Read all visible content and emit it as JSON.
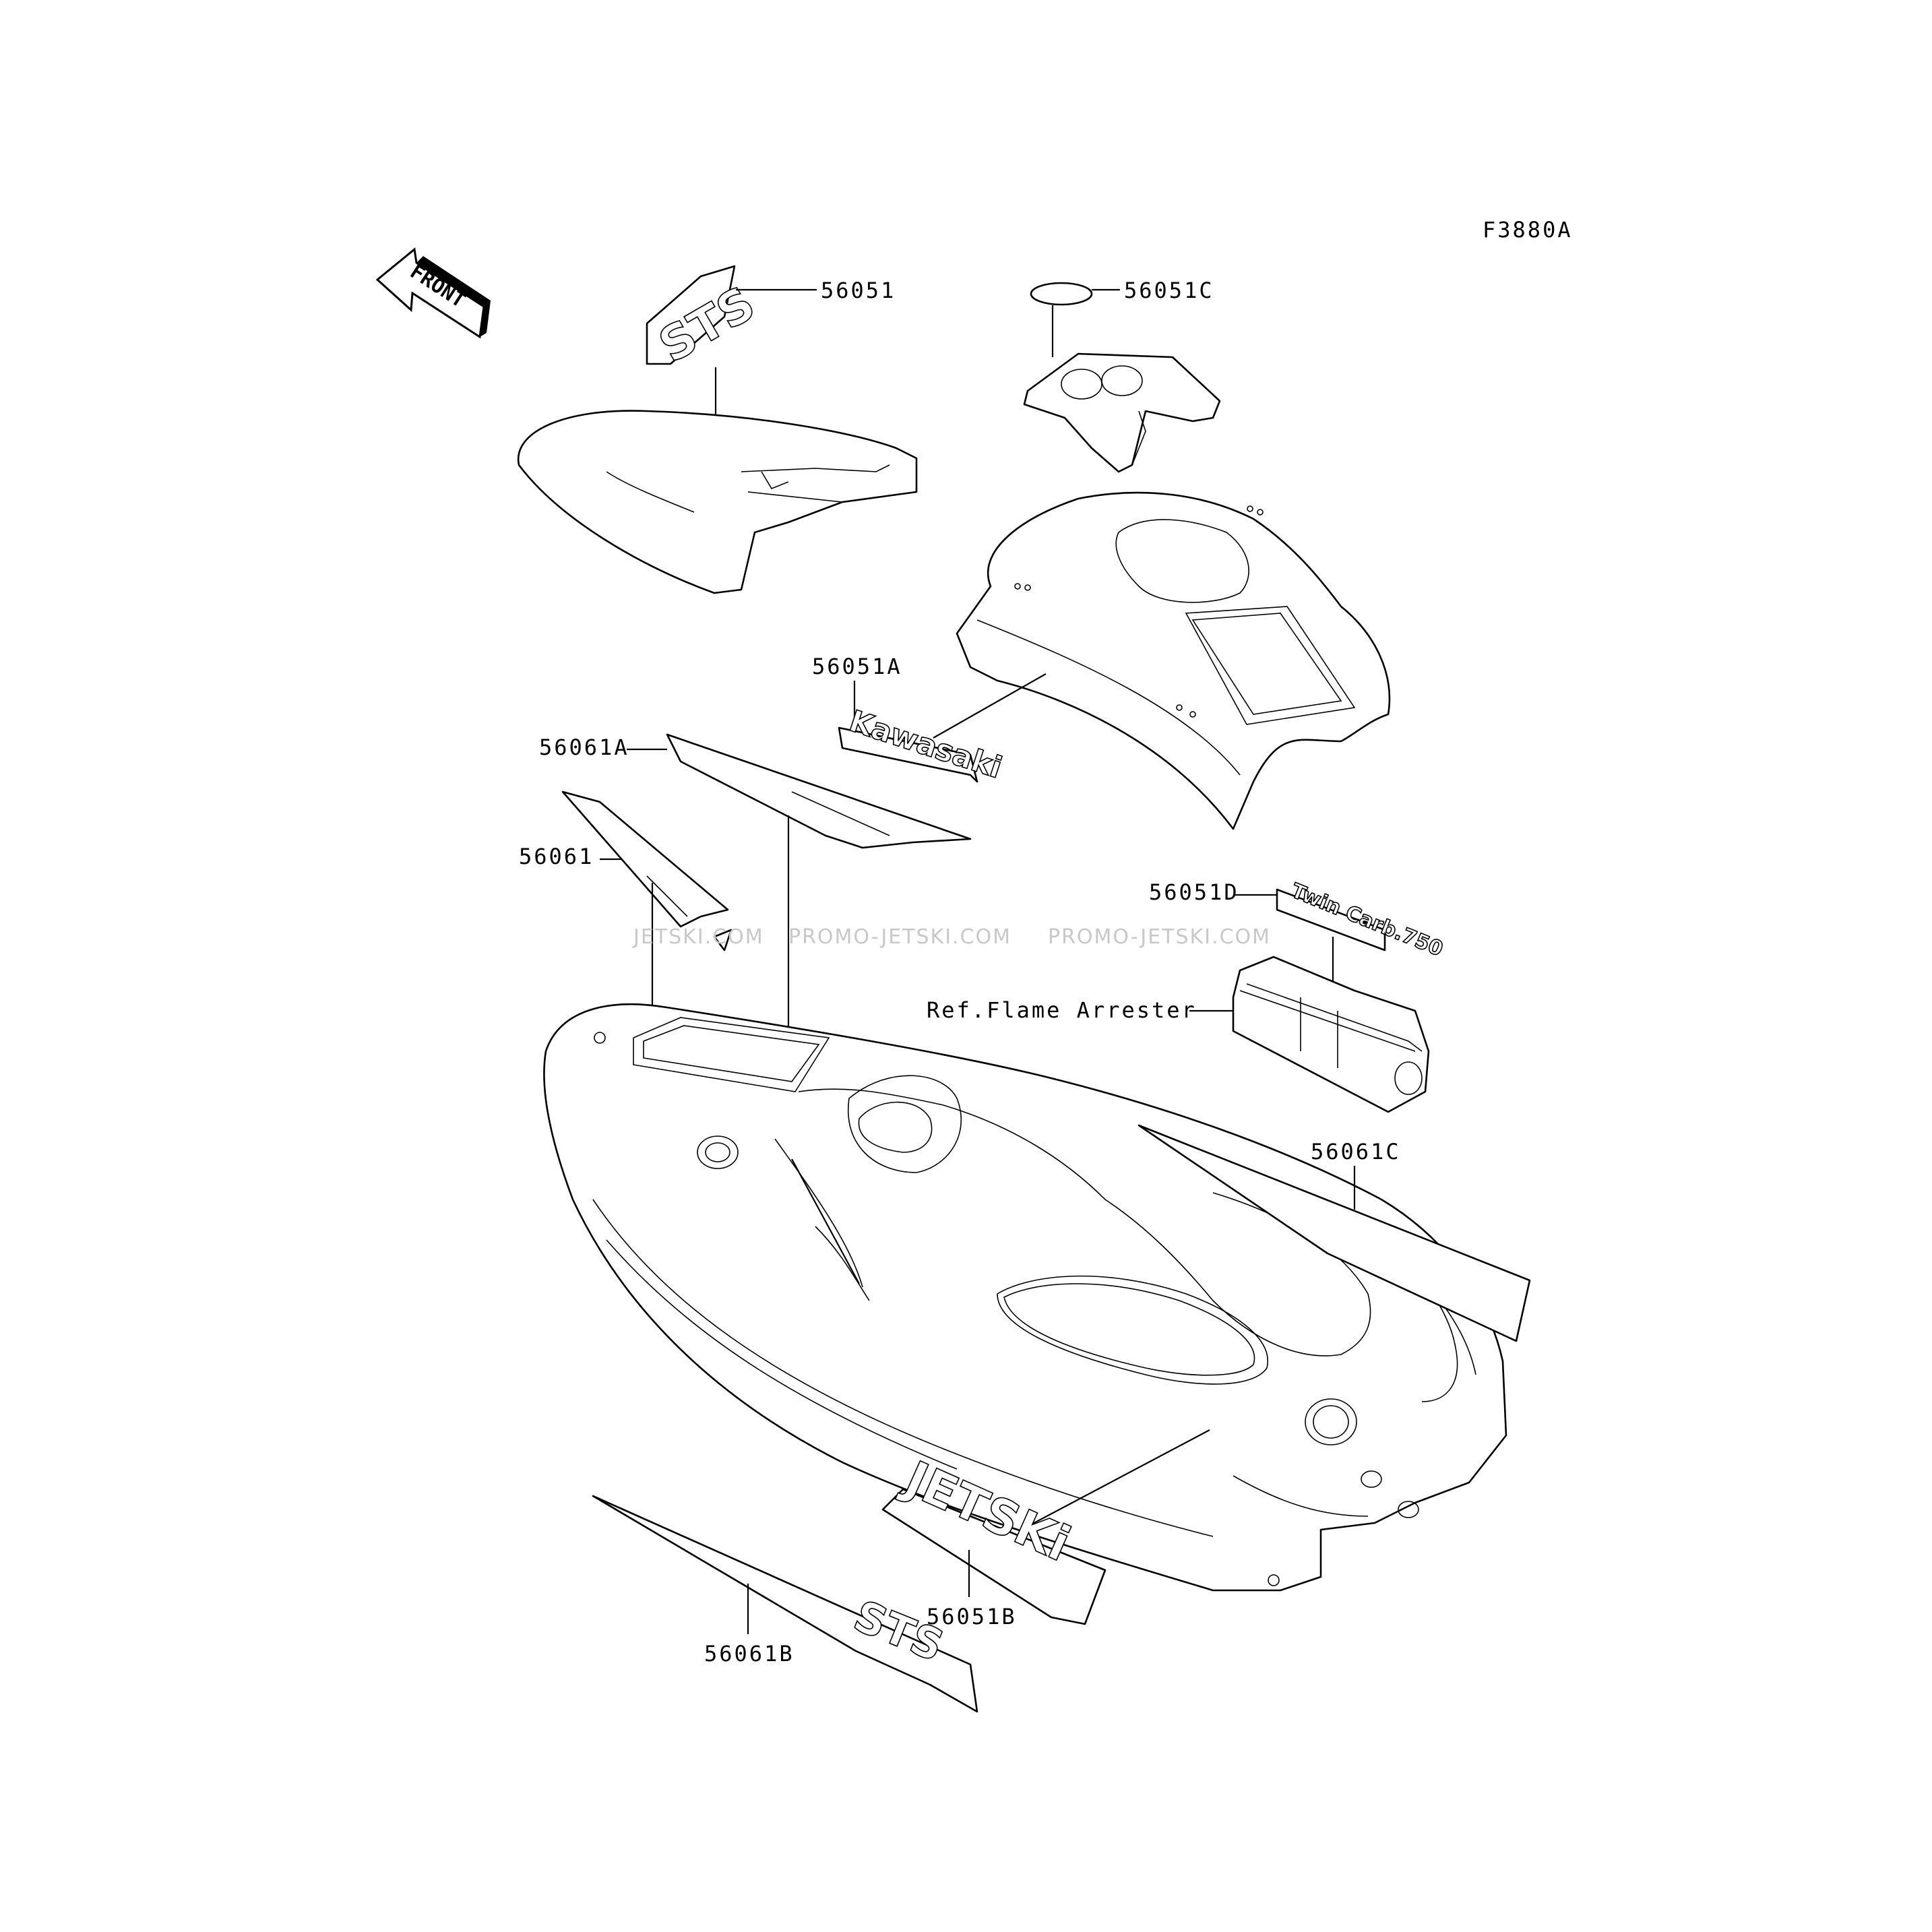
{
  "figure_code": "F3880A",
  "front_arrow": "FRONT",
  "watermarks": [
    "JETSKI.COM",
    "PROMO-JETSKI.COM",
    "PROMO-JETSKI.COM"
  ],
  "callouts": {
    "p56051": "56051",
    "p56051C": "56051C",
    "p56051A": "56051A",
    "p56061A": "56061A",
    "p56061": "56061",
    "p56051D": "56051D",
    "ref_flame": "Ref.Flame Arrester",
    "p56061C": "56061C",
    "p56051B": "56051B",
    "p56061B": "56061B"
  },
  "decals": {
    "sts_emblem": "STS",
    "kawasaki": "Kawasaki",
    "twin_carb": "Twin Carb.750",
    "jetski": "JETSKi",
    "sts_stripe": "STS"
  }
}
